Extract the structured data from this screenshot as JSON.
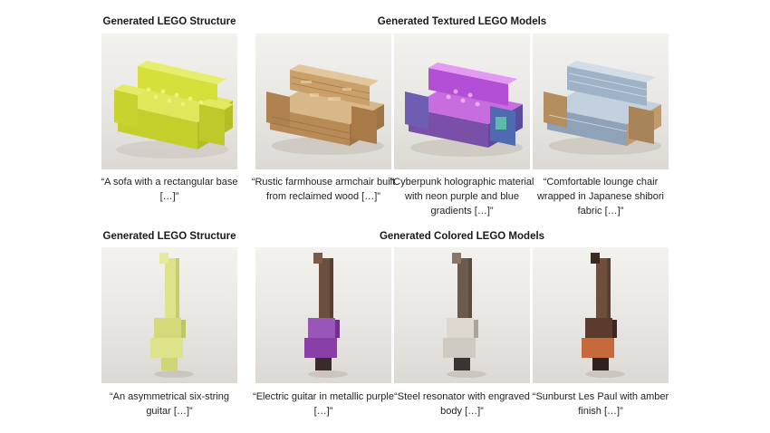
{
  "headers": {
    "row1_structure": "Generated LEGO Structure",
    "row1_models": "Generated Textured LEGO Models",
    "row2_structure": "Generated LEGO Structure",
    "row2_models": "Generated Colored LEGO Models"
  },
  "row1_captions": [
    "“A sofa with a rectangular base […]”",
    "“Rustic farmhouse armchair built from reclaimed wood […]”",
    "“Cyberpunk holographic material with neon purple and blue gradients […]”",
    "“Comfortable lounge chair wrapped in Japanese shibori fabric […]”"
  ],
  "row2_captions": [
    "“An asymmetrical six-string guitar […]”",
    "“Electric guitar in metallic purple […]”",
    "“Steel resonator with engraved body […]”",
    "“Sunburst Les Paul with amber finish […]”"
  ],
  "colors": {
    "sofa_structure": "#d6e03a",
    "sofa_wood": "#c9a06a",
    "sofa_cyber": "#b34fd6",
    "sofa_shibori": "#9fb3c8",
    "guitar_structure": "#dde38a",
    "guitar_purple": "#8a3fa6",
    "guitar_steel": "#cfcac2",
    "guitar_sunburst": "#c66a3c",
    "neck_brown": "#6e4f3c"
  }
}
